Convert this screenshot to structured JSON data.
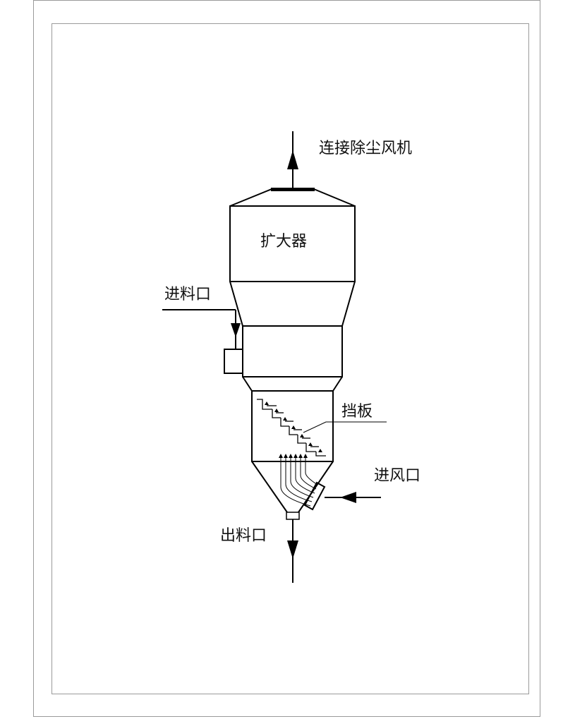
{
  "labels": {
    "top_outlet": "连接除尘风机",
    "expander": "扩大器",
    "feed_inlet": "进料口",
    "baffle": "挡板",
    "air_inlet": "进风口",
    "discharge_outlet": "出料口"
  }
}
